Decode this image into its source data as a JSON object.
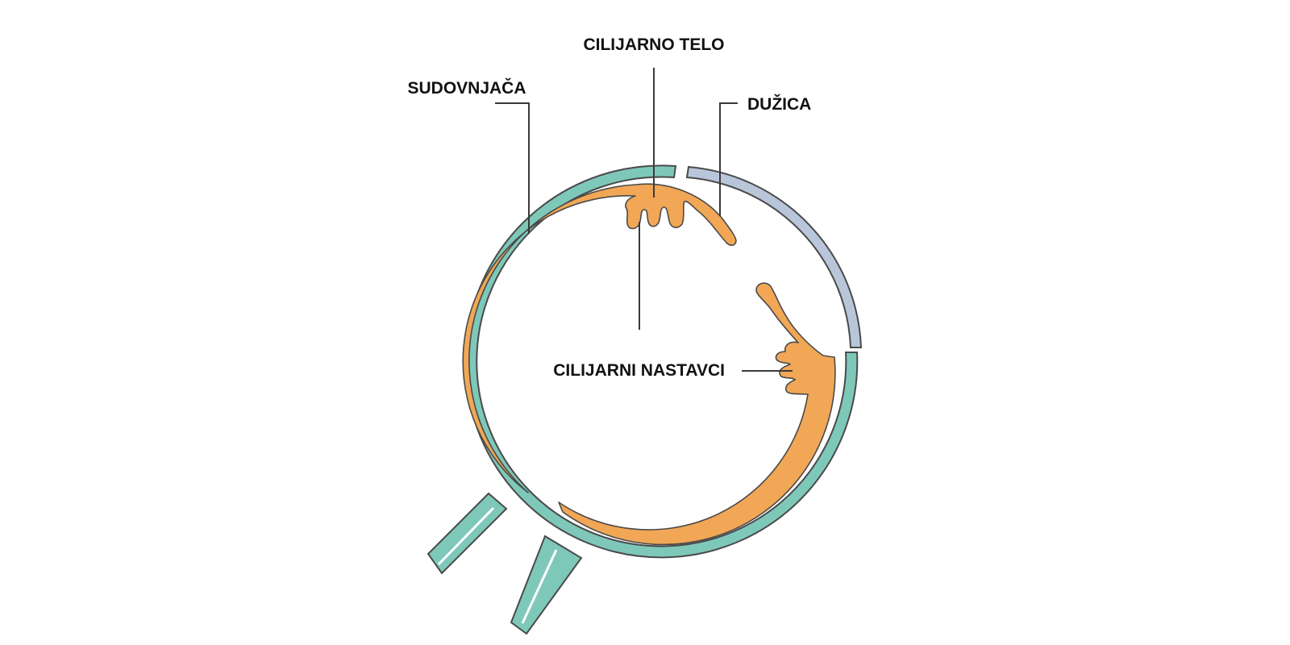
{
  "labels": {
    "ciliary_body": "CILIJARNO TELO",
    "choroid": "SUDOVNJAČA",
    "iris": "DUŽICA",
    "ciliary_processes": "CILIJARNI NASTAVCI"
  },
  "colors": {
    "sclera": "#7ec8ba",
    "cornea": "#b9c6da",
    "choroid": "#f1a755",
    "outline": "#4a4a4a",
    "leader": "#3a3a3a",
    "text": "#111111"
  }
}
